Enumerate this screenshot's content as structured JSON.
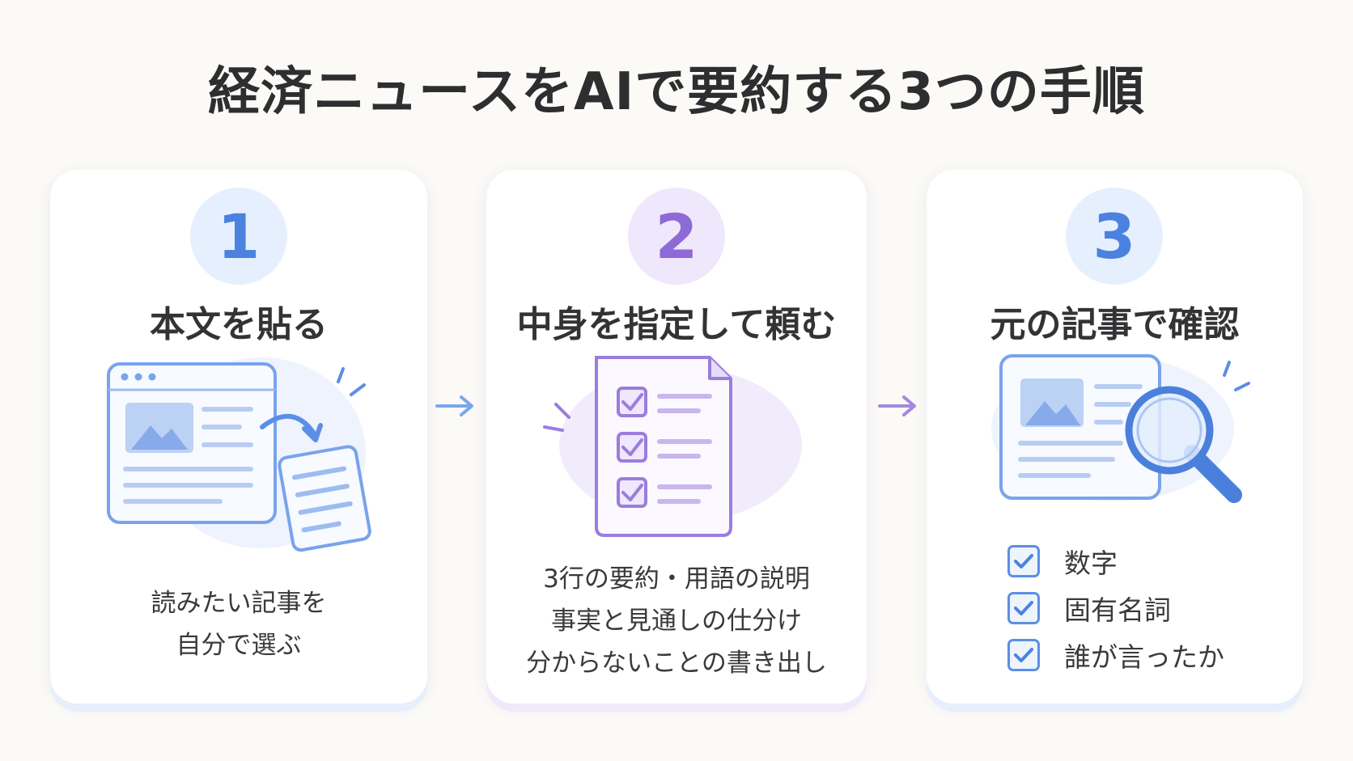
{
  "title": "経済ニュースをAIで要約する3つの手順",
  "colors": {
    "blue_accent": "#4b82e0",
    "purple_accent": "#8e6ad6",
    "card_bg": "#ffffff",
    "page_bg": "#fbfaf7"
  },
  "steps": [
    {
      "number": "1",
      "title": "本文を貼る",
      "icon": "browser-copy-paste-icon",
      "description": [
        "読みたい記事を",
        "自分で選ぶ"
      ]
    },
    {
      "number": "2",
      "title": "中身を指定して頼む",
      "icon": "checklist-document-icon",
      "description": [
        "3行の要約・用語の説明",
        "事実と見通しの仕分け",
        "分からないことの書き出し"
      ]
    },
    {
      "number": "3",
      "title": "元の記事で確認",
      "icon": "article-magnifier-icon",
      "checks": [
        "数字",
        "固有名詞",
        "誰が言ったか"
      ]
    }
  ]
}
